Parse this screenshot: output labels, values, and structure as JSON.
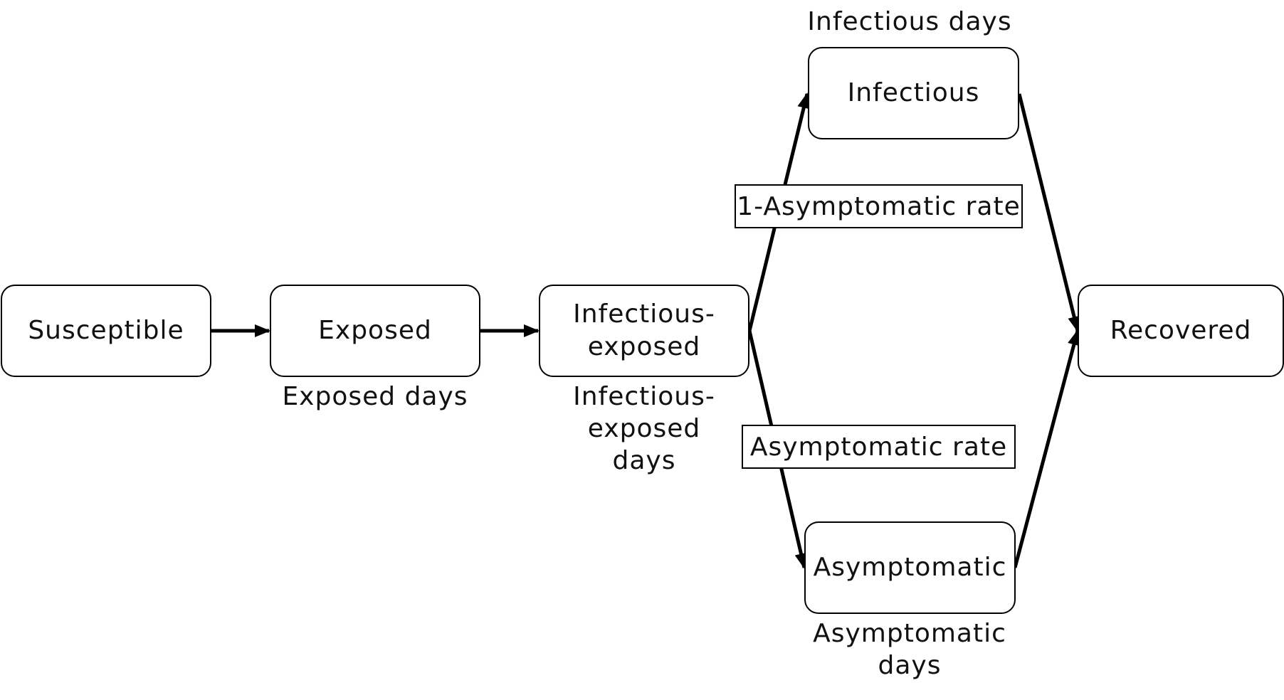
{
  "nodes": {
    "susceptible": "Susceptible",
    "exposed": "Exposed",
    "infectious_exposed": "Infectious-\nexposed",
    "infectious": "Infectious",
    "asymptomatic": "Asymptomatic",
    "recovered": "Recovered"
  },
  "duration_labels": {
    "exposed_days": "Exposed days",
    "infectious_exposed_days": "Infectious-\nexposed\ndays",
    "infectious_days": "Infectious days",
    "asymptomatic_days": "Asymptomatic\ndays"
  },
  "rates": {
    "one_minus_asymptomatic": "1-Asymptomatic rate",
    "asymptomatic": "Asymptomatic rate"
  },
  "colors": {
    "stroke": "#000000",
    "background": "#ffffff"
  }
}
